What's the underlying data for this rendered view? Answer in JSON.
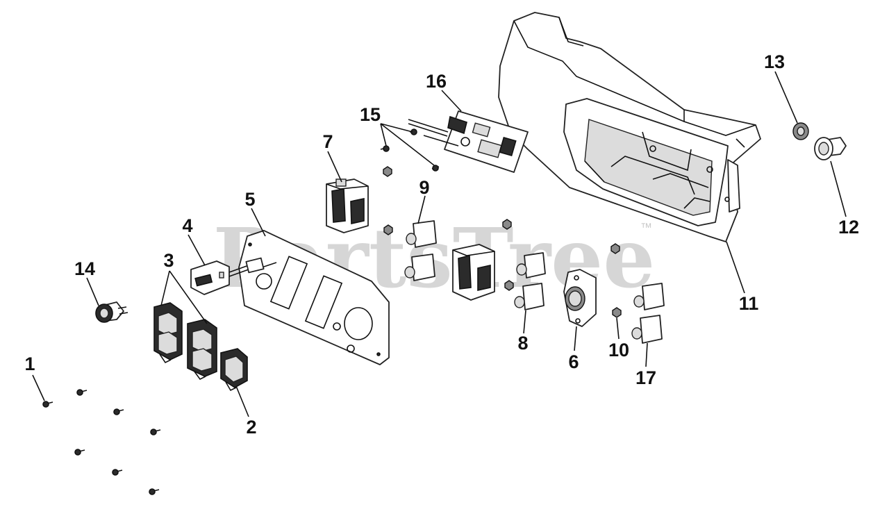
{
  "watermark": {
    "text": "PartsTree",
    "trademark": "™"
  },
  "labels": {
    "l1": "1",
    "l2": "2",
    "l3": "3",
    "l4": "4",
    "l5": "5",
    "l6": "6",
    "l7": "7",
    "l8": "8",
    "l9": "9",
    "l10": "10",
    "l11": "11",
    "l12": "12",
    "l13": "13",
    "l14": "14",
    "l15": "15",
    "l16": "16",
    "l17": "17"
  },
  "icons": {
    "screw": "screw-icon",
    "nut": "nut-icon",
    "breaker": "circuit-breaker-icon"
  },
  "colors": {
    "ink": "#111111",
    "fill_dark": "#2b2b2b",
    "fill_light": "#dcdcdc",
    "background": "#ffffff"
  }
}
